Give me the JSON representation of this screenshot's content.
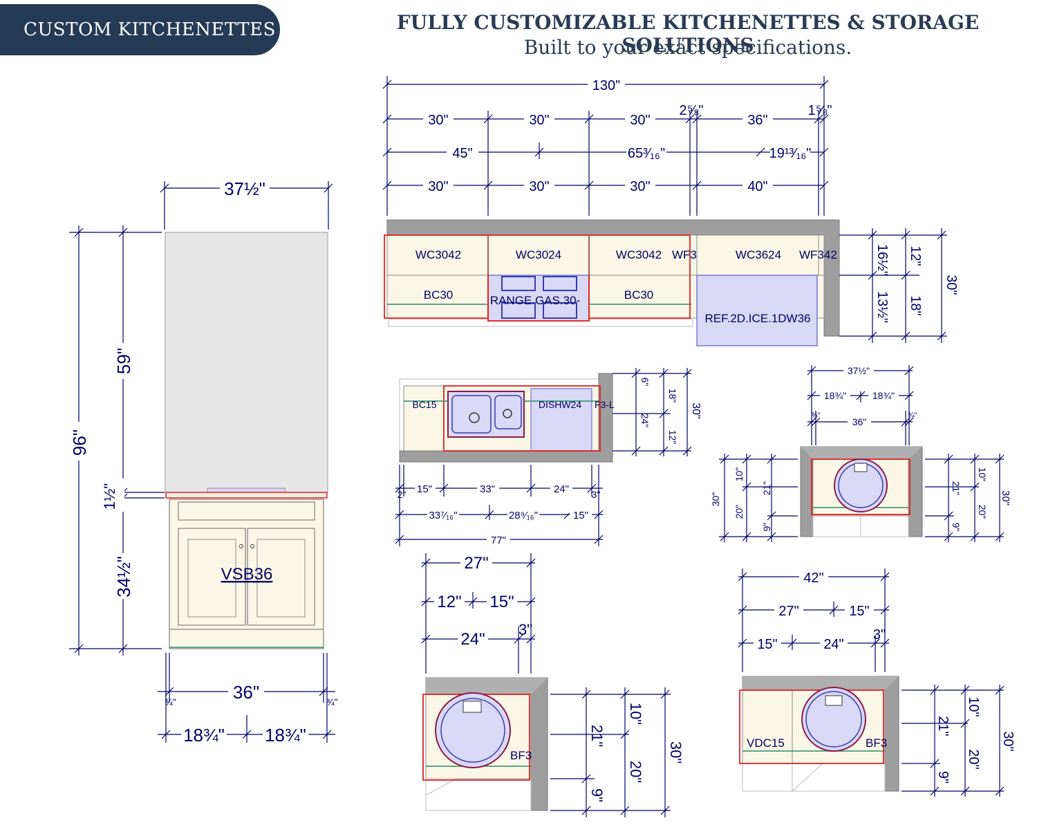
{
  "header": {
    "tab_label": "CUSTOM KITCHENETTES",
    "title": "FULLY CUSTOMIZABLE KITCHENETTES & STORAGE SOLUTIONS",
    "subtitle": "Built to your exact specifications."
  },
  "colors": {
    "tab_bg": "#243a55",
    "title": "#2a3b55",
    "dimension": "#000066",
    "cabinet_fill": "#fbf7e6",
    "appliance_fill": "#d9d9f5",
    "outline_red": "#e02020",
    "wall_gray": "#9e9e9e",
    "panel_gray": "#e6e6e6"
  },
  "left_elevation": {
    "top_width": "37½\"",
    "total_height": "96\"",
    "upper_height": "59\"",
    "counter_gap": "1½\"",
    "base_height": "34½\"",
    "bottom_width": "36\"",
    "side_left": "¾\"",
    "side_right": "¾\"",
    "half_left": "18¾\"",
    "half_right": "18¾\"",
    "cabinet_label": "VSB36"
  },
  "top_plan": {
    "overall": "130\"",
    "row1": [
      "30\"",
      "30\"",
      "30\"",
      "2⅝\"",
      "36\"",
      "1⅝\""
    ],
    "row2": [
      "45\"",
      "65³⁄₁₆\"",
      "19¹³⁄₁₆\""
    ],
    "row3": [
      "30\"",
      "30\"",
      "30\"",
      "40\""
    ],
    "wall_labels": [
      "WC3042",
      "WC3024",
      "WC3042",
      "WF3",
      "WC3624",
      "WF342"
    ],
    "base_labels": [
      "BC30",
      "RANGE.GAS.30-",
      "BC30",
      "REF.2D.ICE.1DW36"
    ],
    "right_dims": [
      "16½\"",
      "13½\"",
      "12\"",
      "18\"",
      "30\""
    ]
  },
  "middle_plan": {
    "labels": [
      "BC15",
      "DISHW24",
      "F3-L"
    ],
    "row1": [
      "2\"",
      "15\"",
      "33\"",
      "24\"",
      "3\""
    ],
    "row2": [
      "33⁷⁄₁₆\"",
      "28⁹⁄₁₆\"",
      "15\""
    ],
    "overall": "77\"",
    "right_dims": [
      "6\"",
      "24\"",
      "18\"",
      "12\"",
      "30\""
    ]
  },
  "right_plan": {
    "top": "37½\"",
    "row1": [
      "18¾\"",
      "18¾\""
    ],
    "row2": [
      "¾\"",
      "36\"",
      "¾\""
    ],
    "left_dims": [
      "30\"",
      "10\"",
      "21\"",
      "20\"",
      "9\""
    ],
    "right_dims": [
      "21\"",
      "10\"",
      "20\"",
      "30\"",
      "9\""
    ]
  },
  "bottom_left_plan": {
    "overall": "27\"",
    "row1": [
      "12\"",
      "15\""
    ],
    "row2": [
      "24\"",
      "3\""
    ],
    "label": "BF3",
    "right_dims": [
      "21\"",
      "10\"",
      "20\"",
      "30\"",
      "9\""
    ]
  },
  "bottom_right_plan": {
    "overall": "42\"",
    "row1": [
      "27\"",
      "15\""
    ],
    "row2": [
      "15\"",
      "24\"",
      "3\""
    ],
    "labels": [
      "VDC15",
      "BF3"
    ],
    "right_dims": [
      "21\"",
      "10\"",
      "20\"",
      "30\"",
      "9\""
    ]
  }
}
